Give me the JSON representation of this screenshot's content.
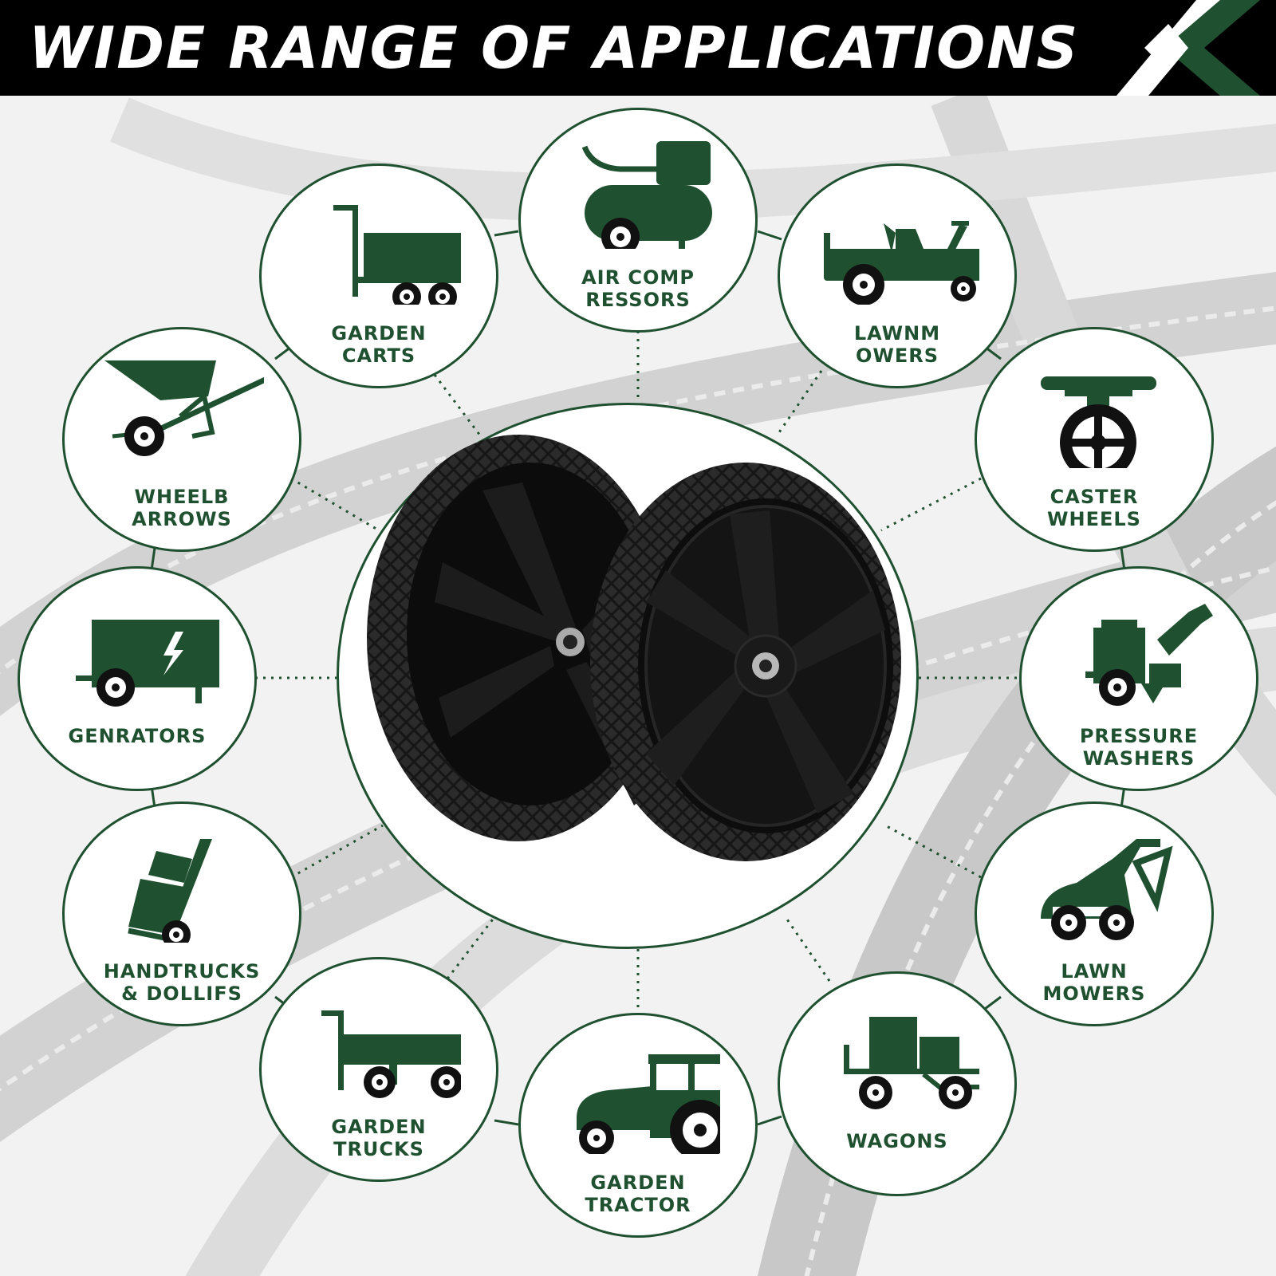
{
  "header": {
    "title": "WIDE RANGE OF APPLICATIONS"
  },
  "colors": {
    "brand_green": "#1f5130",
    "header_bg": "#000000",
    "wheel_black": "#111111"
  },
  "applications": [
    {
      "label": "GARDEN\nCARTS",
      "icon": "garden-cart-icon"
    },
    {
      "label": "AIR COMP\nRESSORS",
      "icon": "air-compressor-icon"
    },
    {
      "label": "LAWNM\nOWERS",
      "icon": "riding-mower-icon"
    },
    {
      "label": "WHEELB\nARROWS",
      "icon": "wheelbarrow-icon"
    },
    {
      "label": "CASTER\nWHEELS",
      "icon": "caster-wheel-icon"
    },
    {
      "label": "GENRATORS",
      "icon": "generator-icon"
    },
    {
      "label": "PRESSURE\nWASHERS",
      "icon": "pressure-washer-icon"
    },
    {
      "label": "HANDTRUCKS\n& DOLLIFS",
      "icon": "hand-truck-icon"
    },
    {
      "label": "LAWN\nMOWERS",
      "icon": "push-mower-icon"
    },
    {
      "label": "GARDEN\nTRUCKS",
      "icon": "garden-truck-icon"
    },
    {
      "label": "WAGONS",
      "icon": "wagon-icon"
    },
    {
      "label": "GARDEN\nTRACTOR",
      "icon": "garden-tractor-icon"
    }
  ]
}
